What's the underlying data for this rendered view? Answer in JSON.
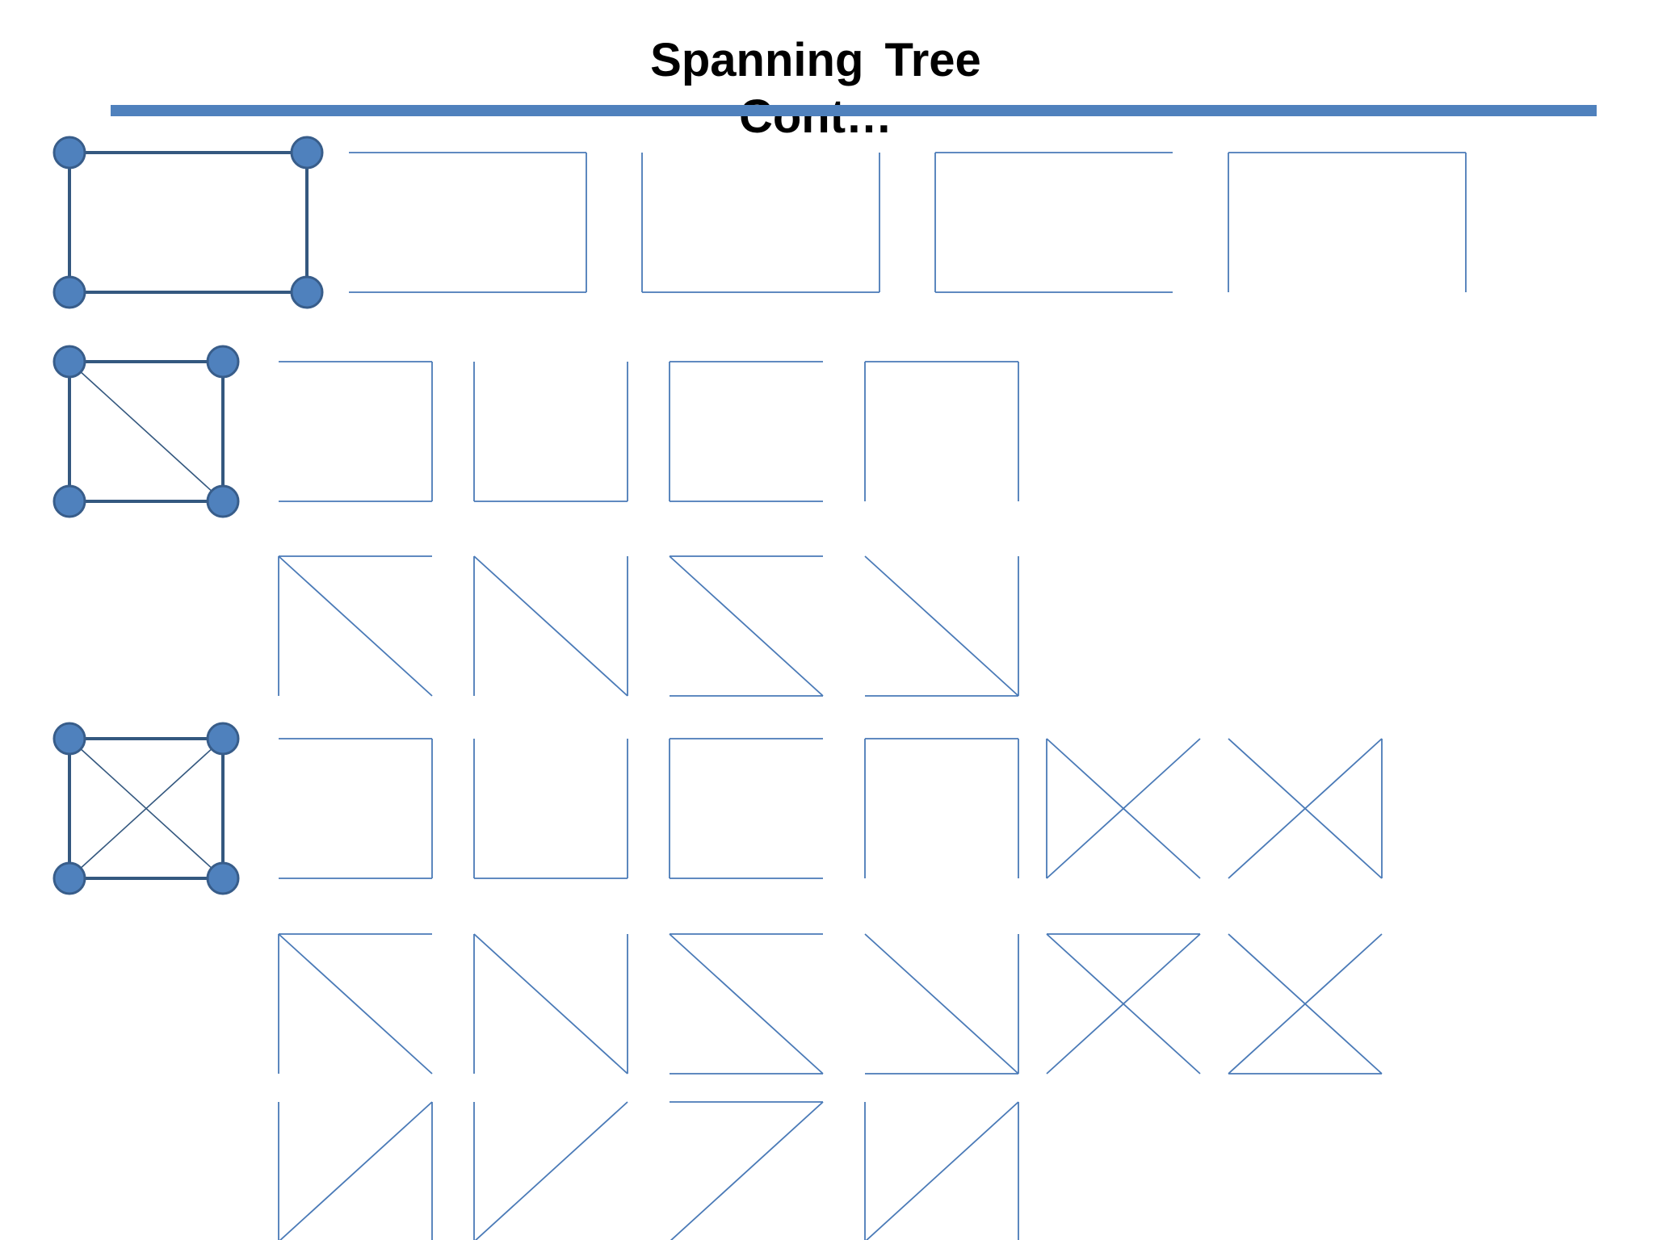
{
  "slide": {
    "title_line1": "Spanning  Tree",
    "title_line2": "Cont…"
  },
  "colors": {
    "accent": "#4f81bd",
    "graph_edge": "#34587f",
    "tree_edge": "#4a7ab7",
    "vertex_fill": "#4f81bd",
    "vertex_stroke": "#385d8a",
    "title_text": "#000000"
  },
  "graphs": [
    {
      "id": "cycle-4",
      "edges": [
        "top",
        "right",
        "bottom",
        "left"
      ],
      "spanning_trees": [
        [
          "top",
          "right",
          "bottom"
        ],
        [
          "left",
          "bottom",
          "right"
        ],
        [
          "top",
          "left",
          "bottom"
        ],
        [
          "top",
          "left",
          "right"
        ]
      ]
    },
    {
      "id": "cycle-4-one-diagonal",
      "edges": [
        "top",
        "right",
        "bottom",
        "left",
        "diag-tl-br"
      ],
      "spanning_trees": [
        [
          "top",
          "right",
          "bottom"
        ],
        [
          "left",
          "bottom",
          "right"
        ],
        [
          "top",
          "left",
          "bottom"
        ],
        [
          "top",
          "left",
          "right"
        ],
        [
          "top",
          "diag-tl-br",
          "left"
        ],
        [
          "left",
          "diag-tl-br",
          "right"
        ],
        [
          "top",
          "diag-tl-br",
          "bottom"
        ],
        [
          "diag-tl-br",
          "right",
          "bottom"
        ]
      ]
    },
    {
      "id": "complete-k4",
      "edges": [
        "top",
        "right",
        "bottom",
        "left",
        "diag-tl-br",
        "diag-bl-tr"
      ],
      "spanning_trees": [
        [
          "top",
          "right",
          "bottom"
        ],
        [
          "left",
          "bottom",
          "right"
        ],
        [
          "top",
          "left",
          "bottom"
        ],
        [
          "top",
          "left",
          "right"
        ],
        [
          "left",
          "diag-tl-br",
          "diag-bl-tr"
        ],
        [
          "right",
          "diag-tl-br",
          "diag-bl-tr"
        ],
        [
          "top",
          "diag-tl-br",
          "left"
        ],
        [
          "left",
          "diag-tl-br",
          "right"
        ],
        [
          "top",
          "diag-tl-br",
          "bottom"
        ],
        [
          "diag-tl-br",
          "right",
          "bottom"
        ],
        [
          "top",
          "diag-tl-br",
          "diag-bl-tr"
        ],
        [
          "bottom",
          "diag-tl-br",
          "diag-bl-tr"
        ],
        [
          "diag-bl-tr",
          "right",
          "left"
        ],
        [
          "left",
          "bottom",
          "diag-bl-tr"
        ],
        [
          "top",
          "diag-bl-tr",
          "bottom"
        ],
        [
          "left",
          "diag-bl-tr",
          "right"
        ]
      ]
    }
  ]
}
